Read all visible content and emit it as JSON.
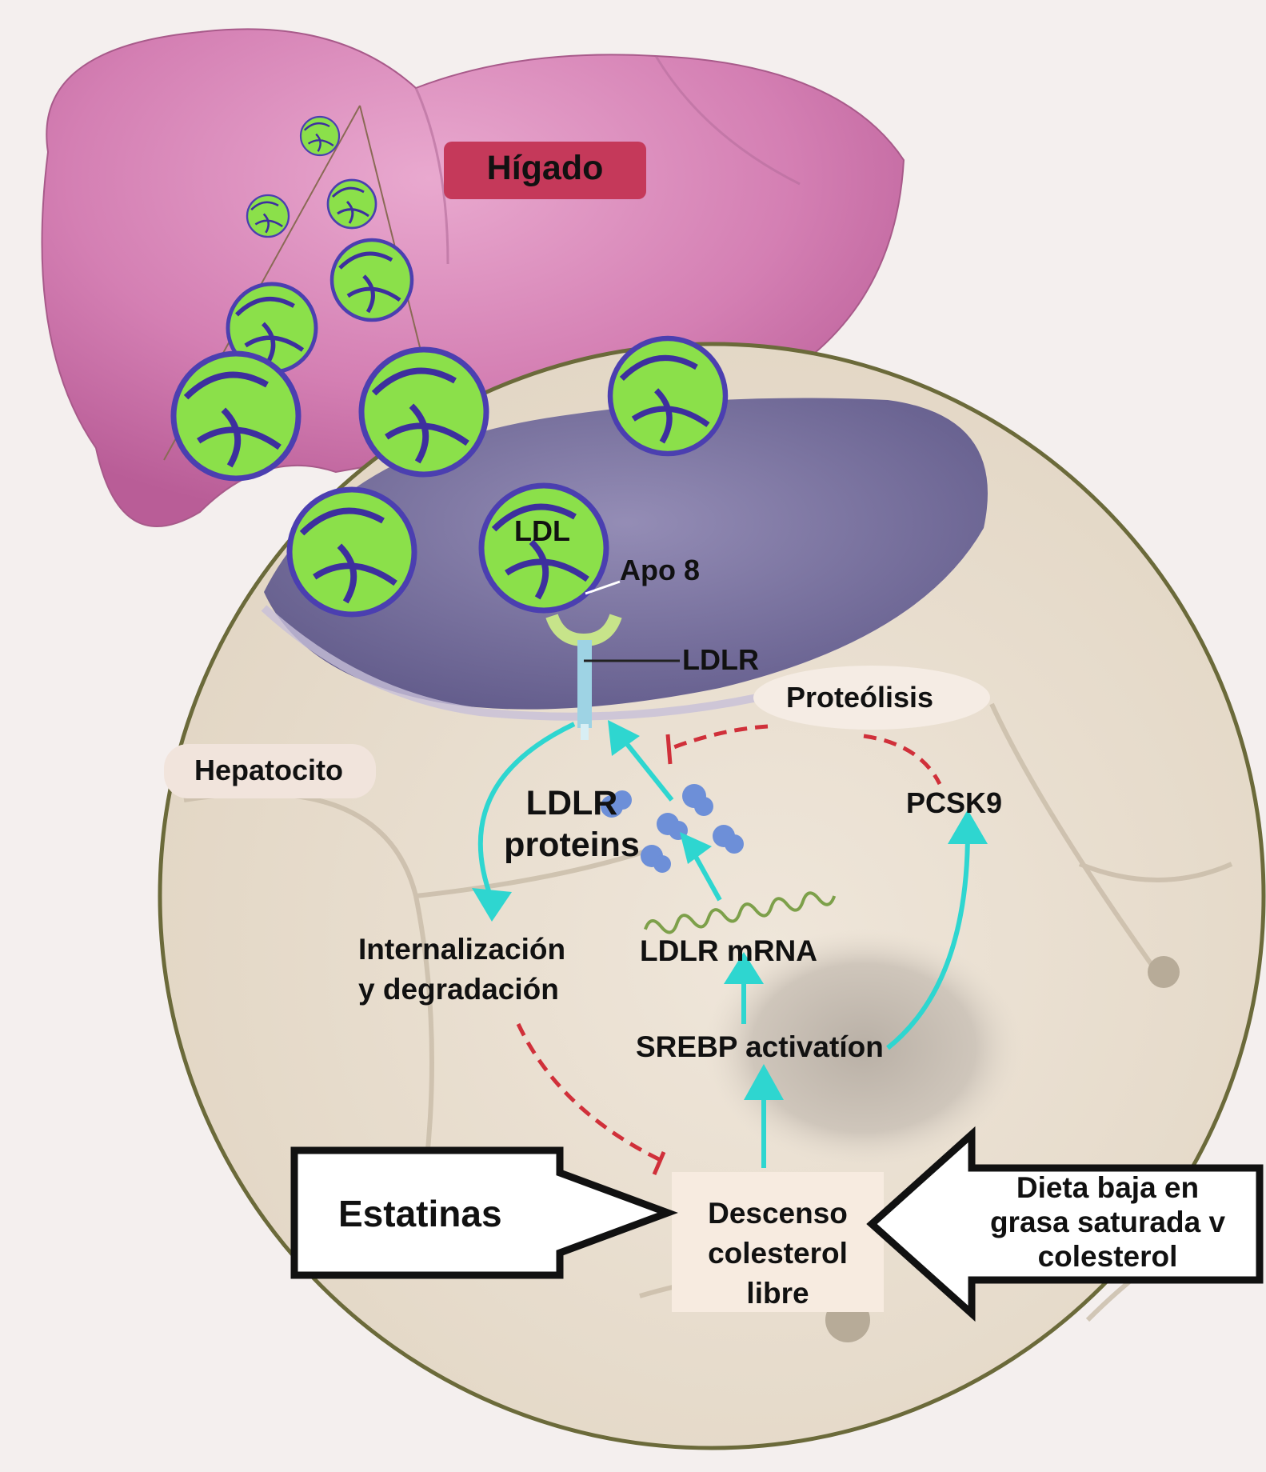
{
  "labels": {
    "liver": "Hígado",
    "ldl": "LDL",
    "apo": "Apo 8",
    "ldlr": "LDLR",
    "proteolysis": "Proteólisis",
    "hepatocyte": "Hepatocito",
    "ldlr_proteins_line1": "LDLR",
    "ldlr_proteins_line2": "proteins",
    "pcsk9": "PCSK9",
    "internalization_line1": "Internalización",
    "internalization_line2": "y degradación",
    "ldlr_mrna": "LDLR mRNA",
    "srebp": "SREBP activatíon",
    "statins": "Estatinas",
    "descenso_line1": "Descenso",
    "descenso_line2": "colesterol",
    "descenso_line3": "libre",
    "diet_line1": "Dieta baja en",
    "diet_line2": "grasa saturada v",
    "diet_line3": "colesterol"
  },
  "colors": {
    "liver": "#d984b8",
    "liver_dark": "#b55a93",
    "cell_bg": "#ede2d3",
    "cell_border": "#6b6a3a",
    "membrane_purple": "#5a5487",
    "ldl_green": "#8be04a",
    "ldl_outline": "#4b3fb0",
    "arrow_cyan": "#2ed6d0",
    "inhibit_red": "#d0303a",
    "liver_badge": "#c5395a"
  }
}
